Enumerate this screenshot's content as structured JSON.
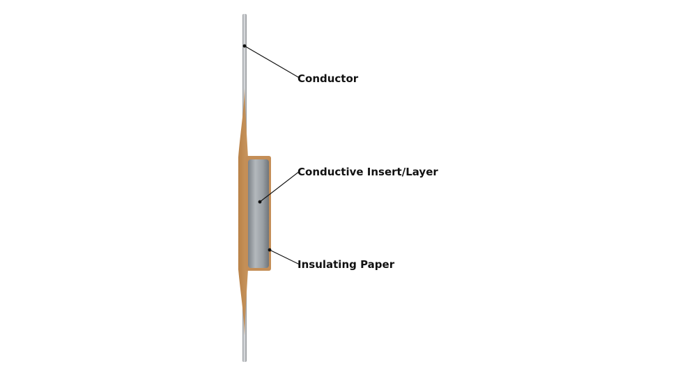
{
  "labels": {
    "conductor": "Conductor",
    "conductive_insert": "Conductive Insert/Layer",
    "insulating_paper": "Insulating Paper"
  },
  "colors": {
    "background": "#ffffff",
    "conductor_rod": "#b9bcbf",
    "insulating_paper": "#c8955e",
    "insert_body": "#9aa0a6",
    "leader_line": "#111111"
  }
}
